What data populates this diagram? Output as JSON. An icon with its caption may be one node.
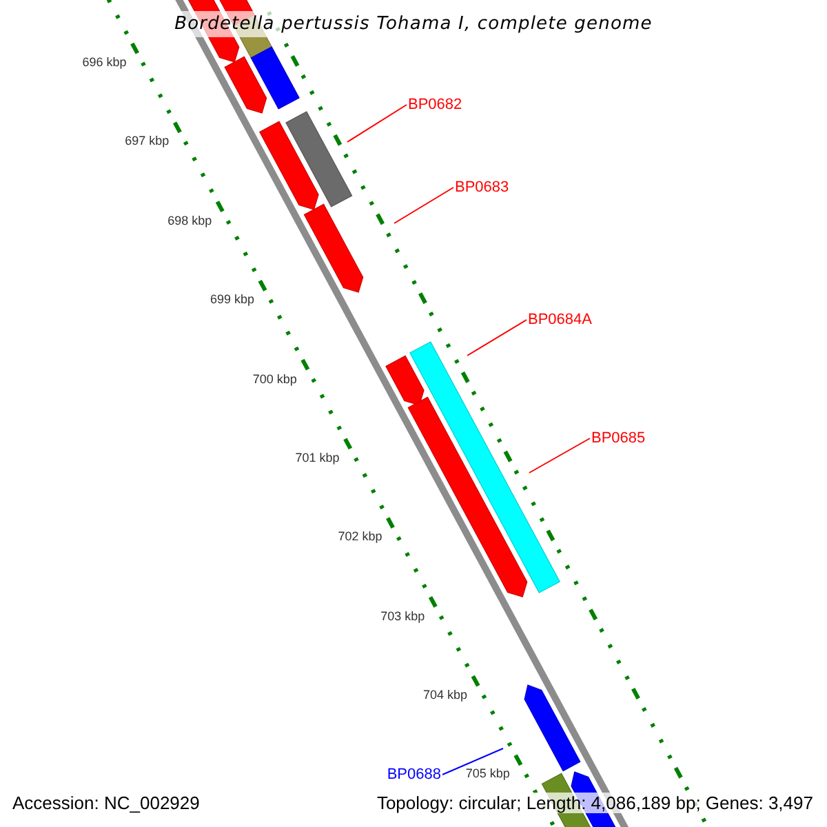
{
  "diagram": {
    "title": "Bordetella pertussis Tohama I, complete genome",
    "nodes": [
      {
        "text": [
          "BP0682"
        ]
      },
      {
        "text": [
          "BP0683"
        ]
      },
      {
        "text": [
          "BP0684A"
        ]
      },
      {
        "text": [
          "BP0685"
        ]
      },
      {
        "text": [
          "BP0688"
        ]
      }
    ],
    "edges": [
      {
        "from": 0,
        "to": null,
        "arrow": "none"
      },
      {
        "from": 1,
        "to": null,
        "arrow": "none"
      },
      {
        "from": 2,
        "to": null,
        "arrow": "none"
      },
      {
        "from": 3,
        "to": null,
        "arrow": "none"
      },
      {
        "from": 4,
        "to": null,
        "arrow": "none",
        "color": "#0000ff"
      }
    ],
    "labels": [
      "696 kbp",
      "697 kbp",
      "698 kbp",
      "699 kbp",
      "700 kbp",
      "701 kbp",
      "702 kbp",
      "703 kbp",
      "704 kbp",
      "705 kbp",
      "Accession: NC_002929",
      "Topology: circular; Length: 4,086,189 bp; Genes: 3,497"
    ]
  }
}
